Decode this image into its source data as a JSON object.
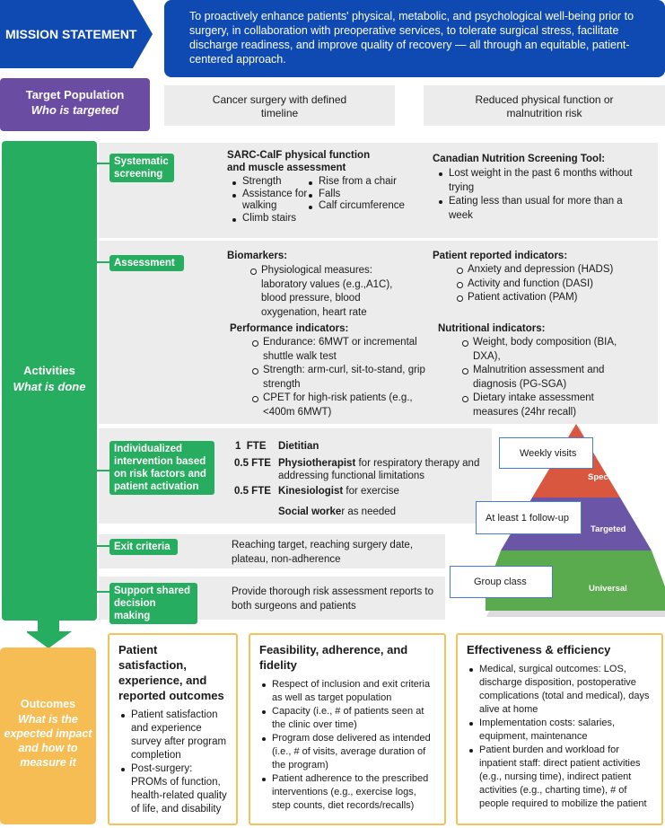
{
  "mission": {
    "label": "MISSION STATEMENT",
    "text": "To proactively enhance patients' physical, metabolic, and psychological well-being prior to surgery, in collaboration with preoperative services, to tolerate surgical stress, facilitate discharge readiness, and improve quality of recovery — all through an equitable, patient-centered approach."
  },
  "target": {
    "label": "Target Population",
    "sublabel": "Who is targeted",
    "box1": "Cancer surgery with defined timeline",
    "box2": "Reduced physical function or malnutrition risk"
  },
  "activities": {
    "label": "Activities",
    "sublabel": "What is done",
    "screening": {
      "label": "Systematic screening",
      "sarc_title": "SARC-CalF physical function and muscle assessment",
      "sarc_col1": [
        "Strength",
        "Assistance for walking",
        "Climb stairs"
      ],
      "sarc_col2": [
        "Rise from a chair",
        "Falls",
        "Calf circumference"
      ],
      "cnst_title": "Canadian Nutrition Screening Tool:",
      "cnst_items": [
        "Lost weight in the past 6 months without trying",
        "Eating less than usual for more than a week"
      ]
    },
    "assessment": {
      "label": "Assessment",
      "bio_title": "Biomarkers:",
      "bio_items": [
        "Physiological measures: laboratory values (e.g.,A1C), blood pressure, blood oxygenation, heart rate"
      ],
      "pri_title": "Patient reported indicators:",
      "pri_items": [
        "Anxiety and depression (HADS)",
        "Activity and function (DASI)",
        "Patient activation (PAM)"
      ],
      "perf_title": "Performance indicators:",
      "perf_items": [
        "Endurance: 6MWT or incremental shuttle walk test",
        "Strength: arm-curl, sit-to-stand, grip strength",
        "CPET for high-risk patients (e.g., <400m 6MWT)"
      ],
      "nut_title": "Nutritional indicators:",
      "nut_items": [
        "Weight, body composition (BIA, DXA),",
        "Malnutrition assessment and diagnosis (PG-SGA)",
        "Dietary intake assessment measures (24hr recall)"
      ]
    },
    "intervention": {
      "label": "Individualized intervention based on risk factors and patient activation",
      "r1_fte": "1  FTE",
      "r1_bold": "Dietitian",
      "r1_rest": "",
      "r2_fte": "0.5 FTE",
      "r2_bold": "Physiotherapist",
      "r2_rest": " for respiratory therapy and addressing functional limitations",
      "r3_fte": "0.5 FTE",
      "r3_bold": "Kinesiologist",
      "r3_rest": " for exercise",
      "r4_bold": "Social worke",
      "r4_rest": "r as needed"
    },
    "exit": {
      "label": "Exit criteria",
      "text": "Reaching target, reaching surgery date, plateau, non-adherence"
    },
    "support": {
      "label": "Support shared decision making",
      "text": "Provide thorough risk assessment reports to both surgeons and patients"
    }
  },
  "pyramid": {
    "levels": [
      "Specialist",
      "Targeted",
      "Universal"
    ],
    "callouts": [
      "Weekly visits",
      "At least 1 follow-up",
      "Group class"
    ],
    "colors": {
      "specialist": "#d9563f",
      "targeted": "#6b55a7",
      "universal": "#5aab4d"
    }
  },
  "outcomes": {
    "label": "Outcomes",
    "sublabel": "What is the expected impact and how to measure it",
    "col1_title": "Patient satisfaction, experience, and reported outcomes",
    "col1_items": [
      "Patient satisfaction and experience survey after program completion",
      "Post-surgery: PROMs of function, health-related quality of life, and disability"
    ],
    "col2_title": "Feasibility, adherence, and fidelity",
    "col2_items": [
      "Respect of inclusion and exit criteria as well as target population",
      "Capacity (i.e., # of patients seen at the clinic over time)",
      "Program dose delivered as intended (i.e., # of visits, average duration of the program)",
      "Patient adherence to the prescribed interventions (e.g., exercise logs, step counts, diet records/recalls)"
    ],
    "col3_title": "Effectiveness & efficiency",
    "col3_items": [
      "Medical, surgical outcomes: LOS, discharge disposition, postoperative complications (total and medical), days alive at home",
      "Implementation costs: salaries, equipment, maintenance",
      "Patient burden and workload for inpatient staff: direct patient activities (e.g., nursing time), indirect patient activities (e.g., charting time), # of people required to mobilize the patient"
    ]
  },
  "colors": {
    "mission_blue": "#0f4ab3",
    "target_purple": "#6a4ca3",
    "activity_green": "#27ad5f",
    "outcome_orange": "#f7bd55",
    "outcome_text": "#ffffff"
  }
}
